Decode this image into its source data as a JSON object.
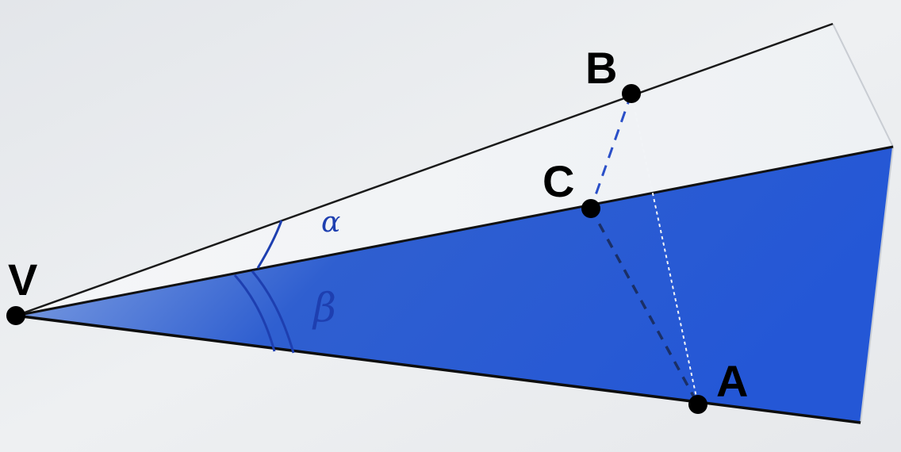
{
  "diagram": {
    "points": {
      "V": "V",
      "A": "A",
      "B": "B",
      "C": "C"
    },
    "angles": {
      "alpha": "α",
      "beta": "β"
    },
    "colors": {
      "paper_background": "#e9ecef",
      "paper_light": "#f4f6f8",
      "blue_fold": "#2d5fd3",
      "blue_deep": "#1a44c2",
      "ink_blue": "#1e3fb0",
      "edge_line": "#111111"
    }
  }
}
